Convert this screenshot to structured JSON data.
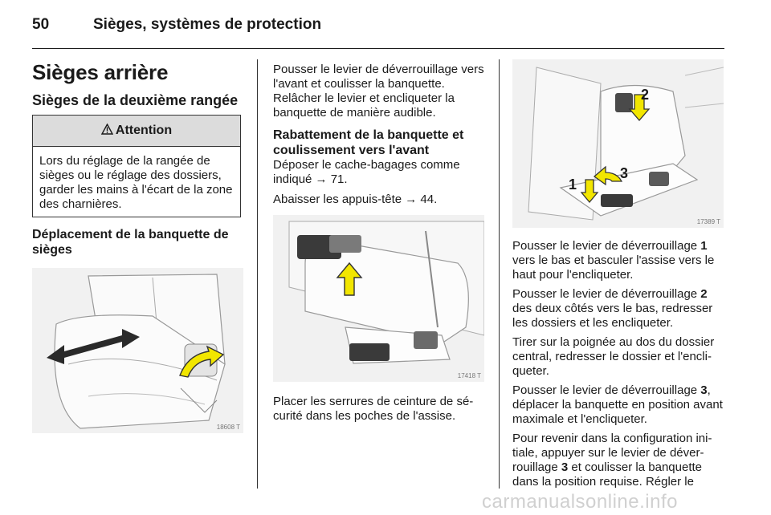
{
  "header": {
    "page_number": "50",
    "title": "Sièges, systèmes de protection"
  },
  "col1": {
    "h1": "Sièges arrière",
    "h2": "Sièges de la deuxième rangée",
    "warning": {
      "heading": "Attention",
      "text": "Lors du réglage de la rangée de sièges ou le réglage des dossiers, garder les mains à l'écart de la zone des charnières."
    },
    "h3_line1": "Déplacement de la banquette de",
    "h3_line2": "sièges",
    "figure_code": "18608 T"
  },
  "col2": {
    "p1": "Pousser le levier de déverrouillage vers l'avant et coulisser la banquette. Relâcher le levier et encliqueter la banquette de manière audible.",
    "h3_line1": "Rabattement de la banquette et",
    "h3_line2": "coulissement vers l'avant",
    "p2": "Déposer le cache-bagages comme indiqué → 71.",
    "p3": "Abaisser les appuis-tête → 44.",
    "figure_code": "17418 T",
    "p4": "Placer les serrures de ceinture de sé-curité dans les poches de l'assise."
  },
  "col3": {
    "figure_code": "17389 T",
    "figure_labels": [
      "1",
      "2",
      "3"
    ],
    "para1": {
      "a": "Pousser le levier de déverrouillage ",
      "num": "1",
      "b": " vers le bas et basculer l'assise vers le haut pour l'encliqueter."
    },
    "para2": {
      "a": "Pousser le levier de déverrouillage ",
      "num": "2",
      "b": " des deux côtés vers le bas, redresser les dossiers et les encliqueter."
    },
    "para3": "Tirer sur la poignée au dos du dossier central, redresser le dossier et l'encli-queter.",
    "para4": {
      "a": "Pousser le levier de déverrouillage ",
      "num": "3",
      "b": ", déplacer la banquette en position avant maximale et l'encliqueter."
    },
    "para5": {
      "a": "Pour revenir dans la configuration ini-tiale, appuyer sur le levier de déver-rouillage ",
      "num": "3",
      "b": " et coulisser la banquette dans la position requise. Régler le"
    }
  },
  "watermark": "carmanualsonline.info",
  "colors": {
    "arrow_fill": "#f2e600",
    "figure_bg": "#f1f1f1"
  }
}
